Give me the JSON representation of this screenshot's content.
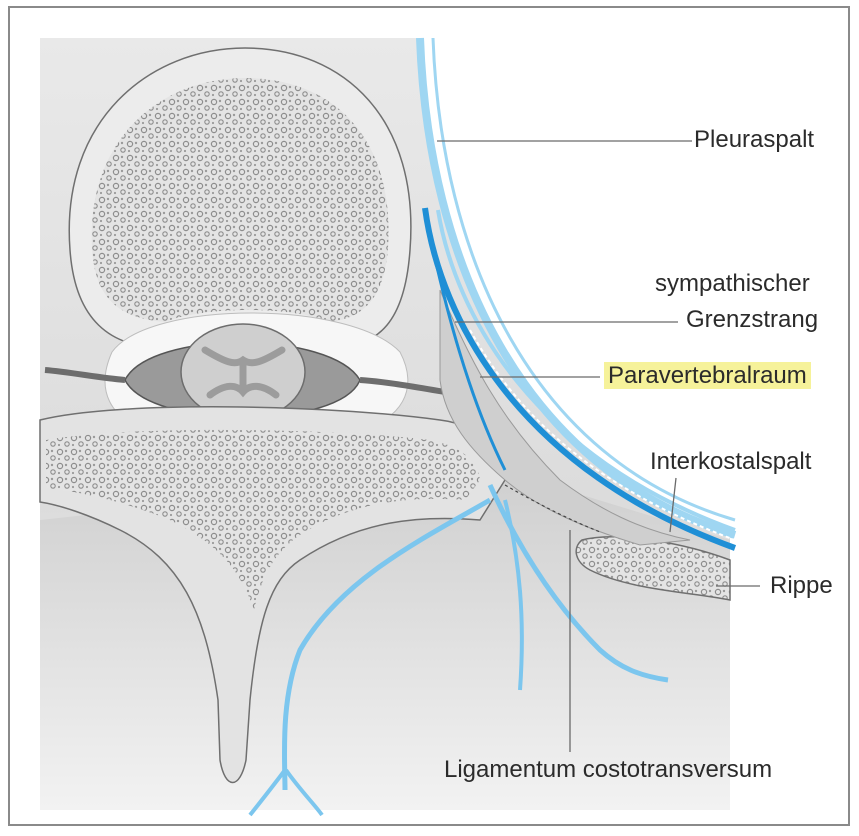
{
  "labels": {
    "pleuraspalt": "Pleuraspalt",
    "sympathischer": "sympathischer",
    "grenzstrang": "Grenzstrang",
    "paravertebralraum": "Paravertebralraum",
    "interkostalspalt": "Interkostalspalt",
    "rippe": "Rippe",
    "ligamentum": "Ligamentum costotransversum"
  },
  "colors": {
    "highlight": "#f6f29a",
    "pleura_light": "#9fd6f2",
    "pleura_dark": "#1f8fd6",
    "bone_fill": "#e6e6e6",
    "tissue": "#d8d8d8"
  }
}
